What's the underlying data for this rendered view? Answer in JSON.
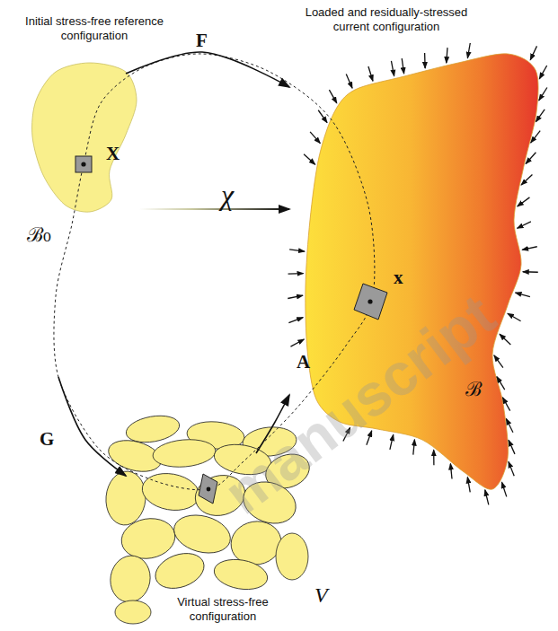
{
  "diagram": {
    "nodes": [
      {
        "text": [
          "Initial stress-free reference configuration",
          "ℬ₀"
        ]
      },
      {
        "text": [
          "Loaded and residually-stressed current configuration",
          "ℬ"
        ]
      },
      {
        "text": [
          "Virtual stress-free configuration",
          "V"
        ]
      }
    ],
    "edges": [
      {
        "from": 0,
        "to": 1,
        "label": "F",
        "arrow": "to"
      },
      {
        "from": 0,
        "to": 1,
        "label": "χ",
        "arrow": "to"
      },
      {
        "from": 0,
        "to": 2,
        "label": "G",
        "arrow": "to"
      },
      {
        "from": 2,
        "to": 1,
        "label": "A",
        "arrow": "to"
      }
    ],
    "labels": [
      "X",
      "x",
      "manuscript"
    ]
  }
}
